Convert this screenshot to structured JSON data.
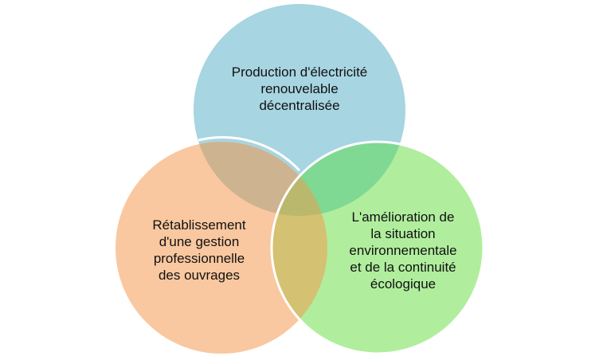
{
  "colors": {
    "top": "#a7d5e1",
    "left": "#f9c8a0",
    "right": "#b0ee9e",
    "top_left": "#ceb390",
    "top_right": "#7fd992",
    "left_right": "#d4c172",
    "center": "#bab86d"
  },
  "circles": {
    "top": {
      "lines": [
        "Production d'électricité",
        "renouvelable",
        "décentralisée"
      ]
    },
    "left": {
      "lines": [
        "Rétablissement",
        "d'une gestion",
        "professionnelle",
        "des ouvrages"
      ]
    },
    "right": {
      "lines": [
        "L'amélioration de",
        "la situation",
        "environnementale",
        "et de la continuité",
        "écologique"
      ]
    }
  }
}
